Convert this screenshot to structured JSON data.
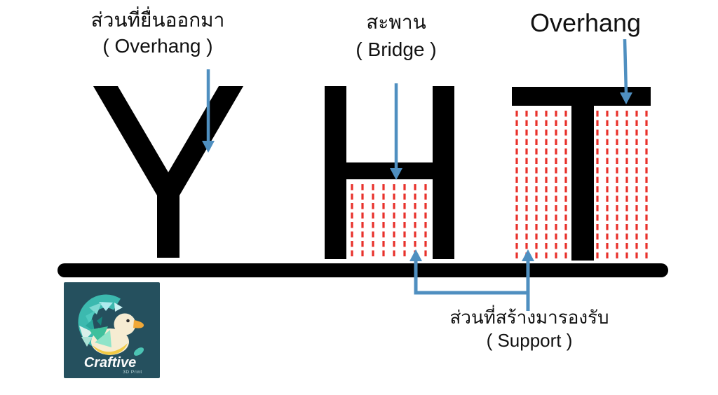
{
  "slide": {
    "labels": {
      "overhang_left_th": "ส่วนที่ยื่นออกมา",
      "overhang_left_en": "( Overhang )",
      "bridge_th": "สะพาน",
      "bridge_en": "( Bridge )",
      "overhang_right": "Overhang",
      "support_th": "ส่วนที่สร้างมารองรับ",
      "support_en": "( Support )"
    },
    "letters": {
      "first": "Y",
      "second": "H",
      "third": "T"
    },
    "logo": {
      "brand": "Craftive",
      "subtitle": "3D Print"
    },
    "colors": {
      "arrow": "#4f8fc0",
      "support": "#e8312b",
      "ink": "#000000",
      "logo_bg": "#25505e"
    }
  }
}
